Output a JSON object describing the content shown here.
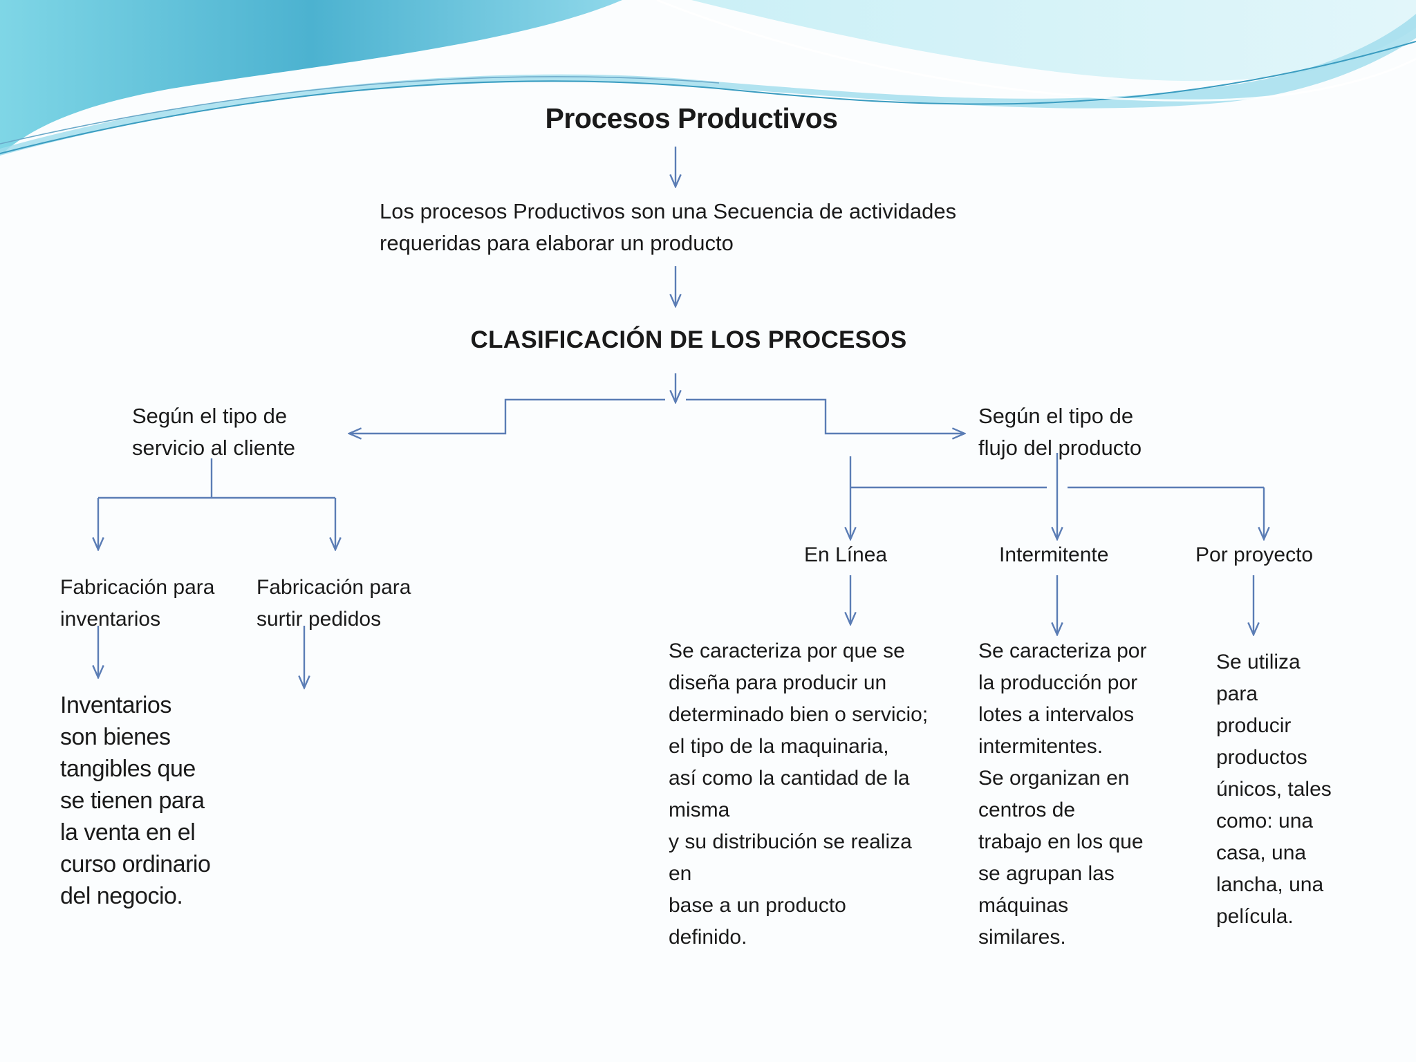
{
  "title": "Procesos Productivos",
  "definition": "Los procesos  Productivos son una Secuencia de actividades\nrequeridas para elaborar un producto",
  "classification_heading": "CLASIFICACIÓN DE LOS PROCESOS",
  "left_branch": {
    "label": "Según el tipo de\nservicio al cliente",
    "children": [
      {
        "label": "Fabricación para\n inventarios",
        "description": "Inventarios\nson bienes\ntangibles que\nse tienen para\nla venta en el\ncurso ordinario\ndel negocio."
      },
      {
        "label": "Fabricación para\nsurtir pedidos",
        "description": ""
      }
    ]
  },
  "right_branch": {
    "label": "Según el tipo de\nflujo del producto",
    "children": [
      {
        "label": "En Línea",
        "description": "Se caracteriza por que se\n diseña para producir un\ndeterminado bien o servicio;\n el tipo de la maquinaria,\n así como la cantidad de la\nmisma\ny su distribución se realiza\nen\n base a un producto\ndefinido."
      },
      {
        "label": "Intermitente",
        "description": "Se caracteriza por\nla producción por\nlotes a intervalos\nintermitentes.\nSe organizan en\ncentros de\ntrabajo en los que\nse agrupan las\nmáquinas\nsimilares."
      },
      {
        "label": "Por proyecto",
        "description": "Se utiliza\npara\nproducir\nproductos\núnicos, tales\ncomo: una\ncasa, una\nlancha, una\npelícula."
      }
    ]
  },
  "colors": {
    "connector": "#5b7db5",
    "wave_light": "#a8e4ef",
    "wave_dark": "#4fb6d3"
  }
}
